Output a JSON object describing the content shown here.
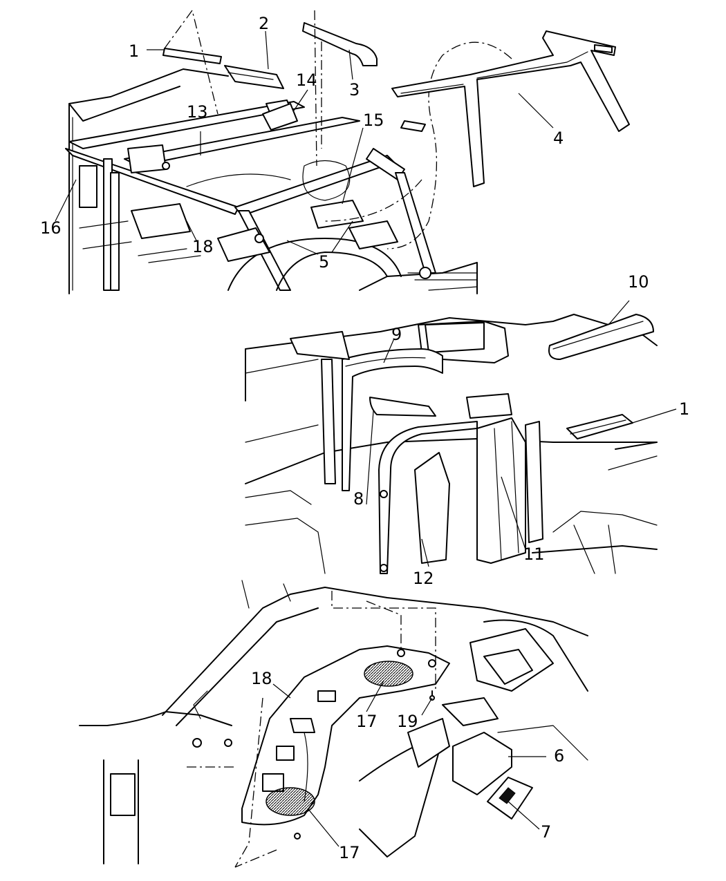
{
  "callouts": {
    "c1a": "1",
    "c2": "2",
    "c3": "3",
    "c4": "4",
    "c5": "5",
    "c13": "13",
    "c14": "14",
    "c15": "15",
    "c16": "16",
    "c18a": "18",
    "c10": "10",
    "c9": "9",
    "c1b": "1",
    "c8": "8",
    "c11": "11",
    "c12": "12",
    "c18b": "18",
    "c17a": "17",
    "c19": "19",
    "c6": "6",
    "c7": "7",
    "c17b": "17"
  }
}
